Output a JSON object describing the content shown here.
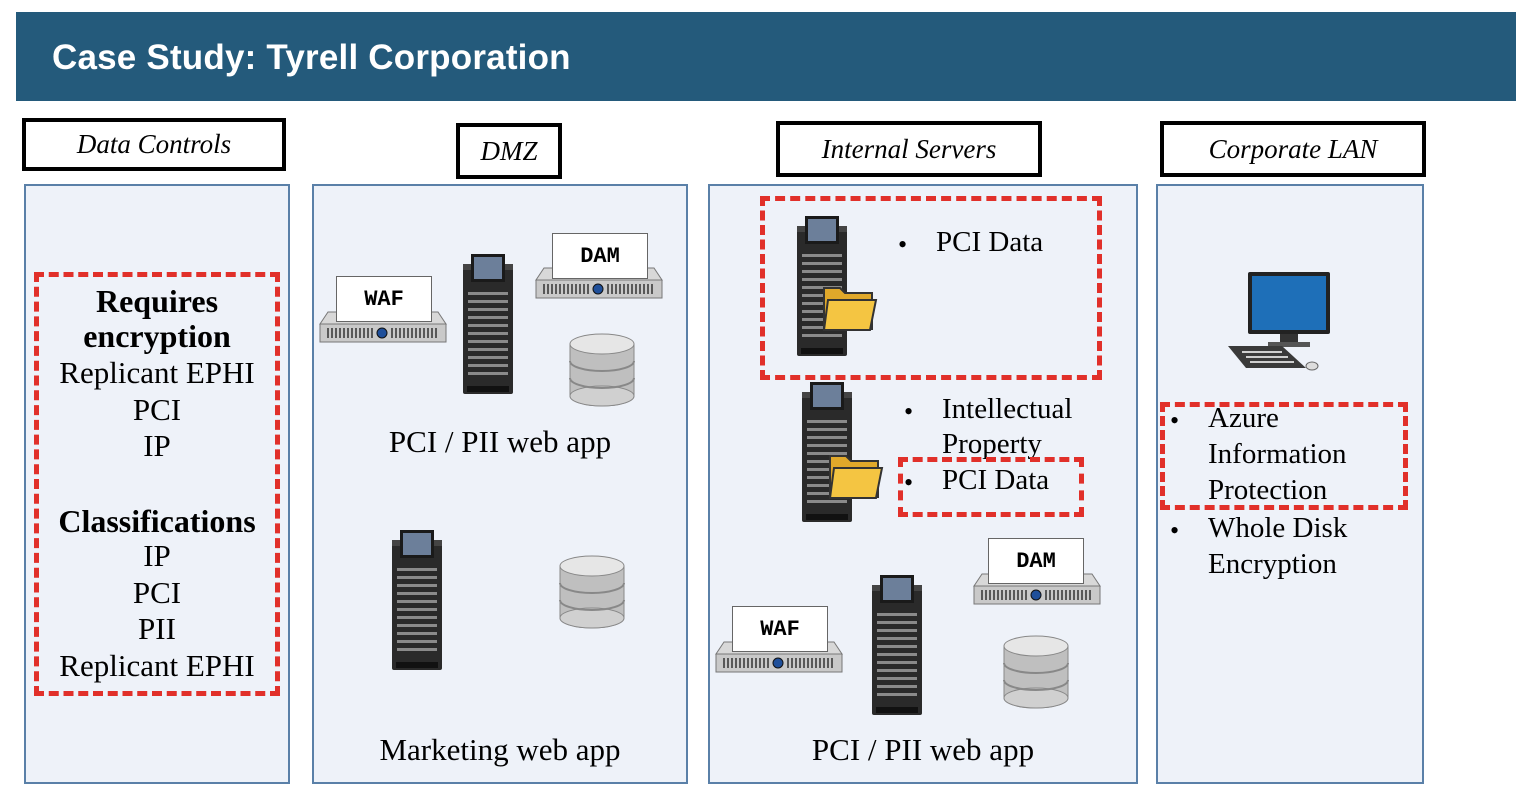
{
  "title": "Case Study: Tyrell Corporation",
  "columns": {
    "data_controls": "Data Controls",
    "dmz": "DMZ",
    "internal": "Internal Servers",
    "corporate": "Corporate LAN"
  },
  "data_controls": {
    "requires_heading_1": "Requires",
    "requires_heading_2": "encryption",
    "requires_items": [
      "Replicant EPHI",
      "PCI",
      "IP"
    ],
    "classifications_heading": "Classifications",
    "classification_items": [
      "IP",
      "PCI",
      "PII",
      "Replicant EPHI"
    ]
  },
  "dmz": {
    "waf_label": "WAF",
    "dam_label": "DAM",
    "app1_label": "PCI / PII web app",
    "app2_label": "Marketing web app"
  },
  "internal": {
    "server1_item": "PCI Data",
    "server2_item1_line1": "Intellectual",
    "server2_item1_line2": "Property",
    "server2_item2": "PCI Data",
    "waf_label": "WAF",
    "dam_label": "DAM",
    "app_label": "PCI / PII web app"
  },
  "corporate": {
    "item1_line1": "Azure",
    "item1_line2": "Information",
    "item1_line3": "Protection",
    "item2_line1": "Whole Disk",
    "item2_line2": "Encryption"
  },
  "icons": [
    "server-tower-icon",
    "waf-appliance-icon",
    "dam-appliance-icon",
    "database-icon",
    "folder-icon",
    "desktop-computer-icon",
    "bullet-icon"
  ],
  "colors": {
    "title_bar": "#245a7b",
    "dash_red": "#e1302a",
    "panel_fill": "#eef2f9",
    "panel_border": "#5a80a8",
    "folder": "#f4c542"
  }
}
